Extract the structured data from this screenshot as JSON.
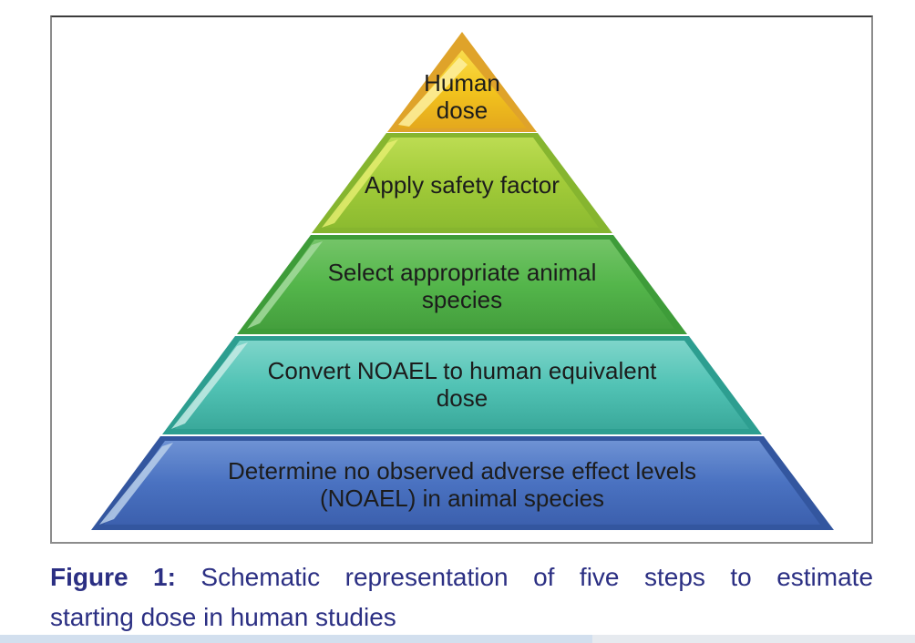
{
  "pyramid": {
    "text_color": "#1c1c1c",
    "levels": [
      {
        "name": "human-dose",
        "lines": [
          "Human",
          "dose"
        ],
        "colors": {
          "edge": "#dfa32a",
          "light": "#f9dc4d",
          "main": "#f3c51d",
          "shade": "#e4a81d",
          "highlight": "#fdf0a0"
        }
      },
      {
        "name": "apply-safety-factor",
        "lines": [
          "Apply safety factor"
        ],
        "colors": {
          "edge": "#86b52f",
          "light": "#bcdc52",
          "main": "#a2cb39",
          "shade": "#8cbb30",
          "highlight": "#e4ed6e"
        }
      },
      {
        "name": "select-appropriate-animal-species",
        "lines": [
          "Select appropriate animal",
          "species"
        ],
        "colors": {
          "edge": "#3e9c39",
          "light": "#74c468",
          "main": "#54b64b",
          "shade": "#449f3d",
          "highlight": "#a5db9d"
        }
      },
      {
        "name": "convert-noael-to-human-equivalent-dose",
        "lines": [
          "Convert NOAEL to human equivalent",
          "dose"
        ],
        "colors": {
          "edge": "#2d9e90",
          "light": "#7ed5ca",
          "main": "#52c3b5",
          "shade": "#3aa99b",
          "highlight": "#c5ebe5"
        }
      },
      {
        "name": "determine-noael-in-animal-species",
        "lines": [
          "Determine no observed adverse effect levels",
          "(NOAEL) in animal species"
        ],
        "colors": {
          "edge": "#33569f",
          "light": "#6e92d4",
          "main": "#4a72c1",
          "shade": "#3c60ae",
          "highlight": "#b9cfea"
        }
      }
    ]
  },
  "caption": {
    "label": "Figure 1:",
    "line1_rest": "Schematic representation of five steps to estimate",
    "line2": "starting dose in human studies",
    "color": "#2b2f83"
  },
  "figure_box": {
    "border_color": "#8c8c8c"
  },
  "footer_bar": {
    "left_color": "#d2dfee",
    "right_color": "#e6eaef"
  }
}
